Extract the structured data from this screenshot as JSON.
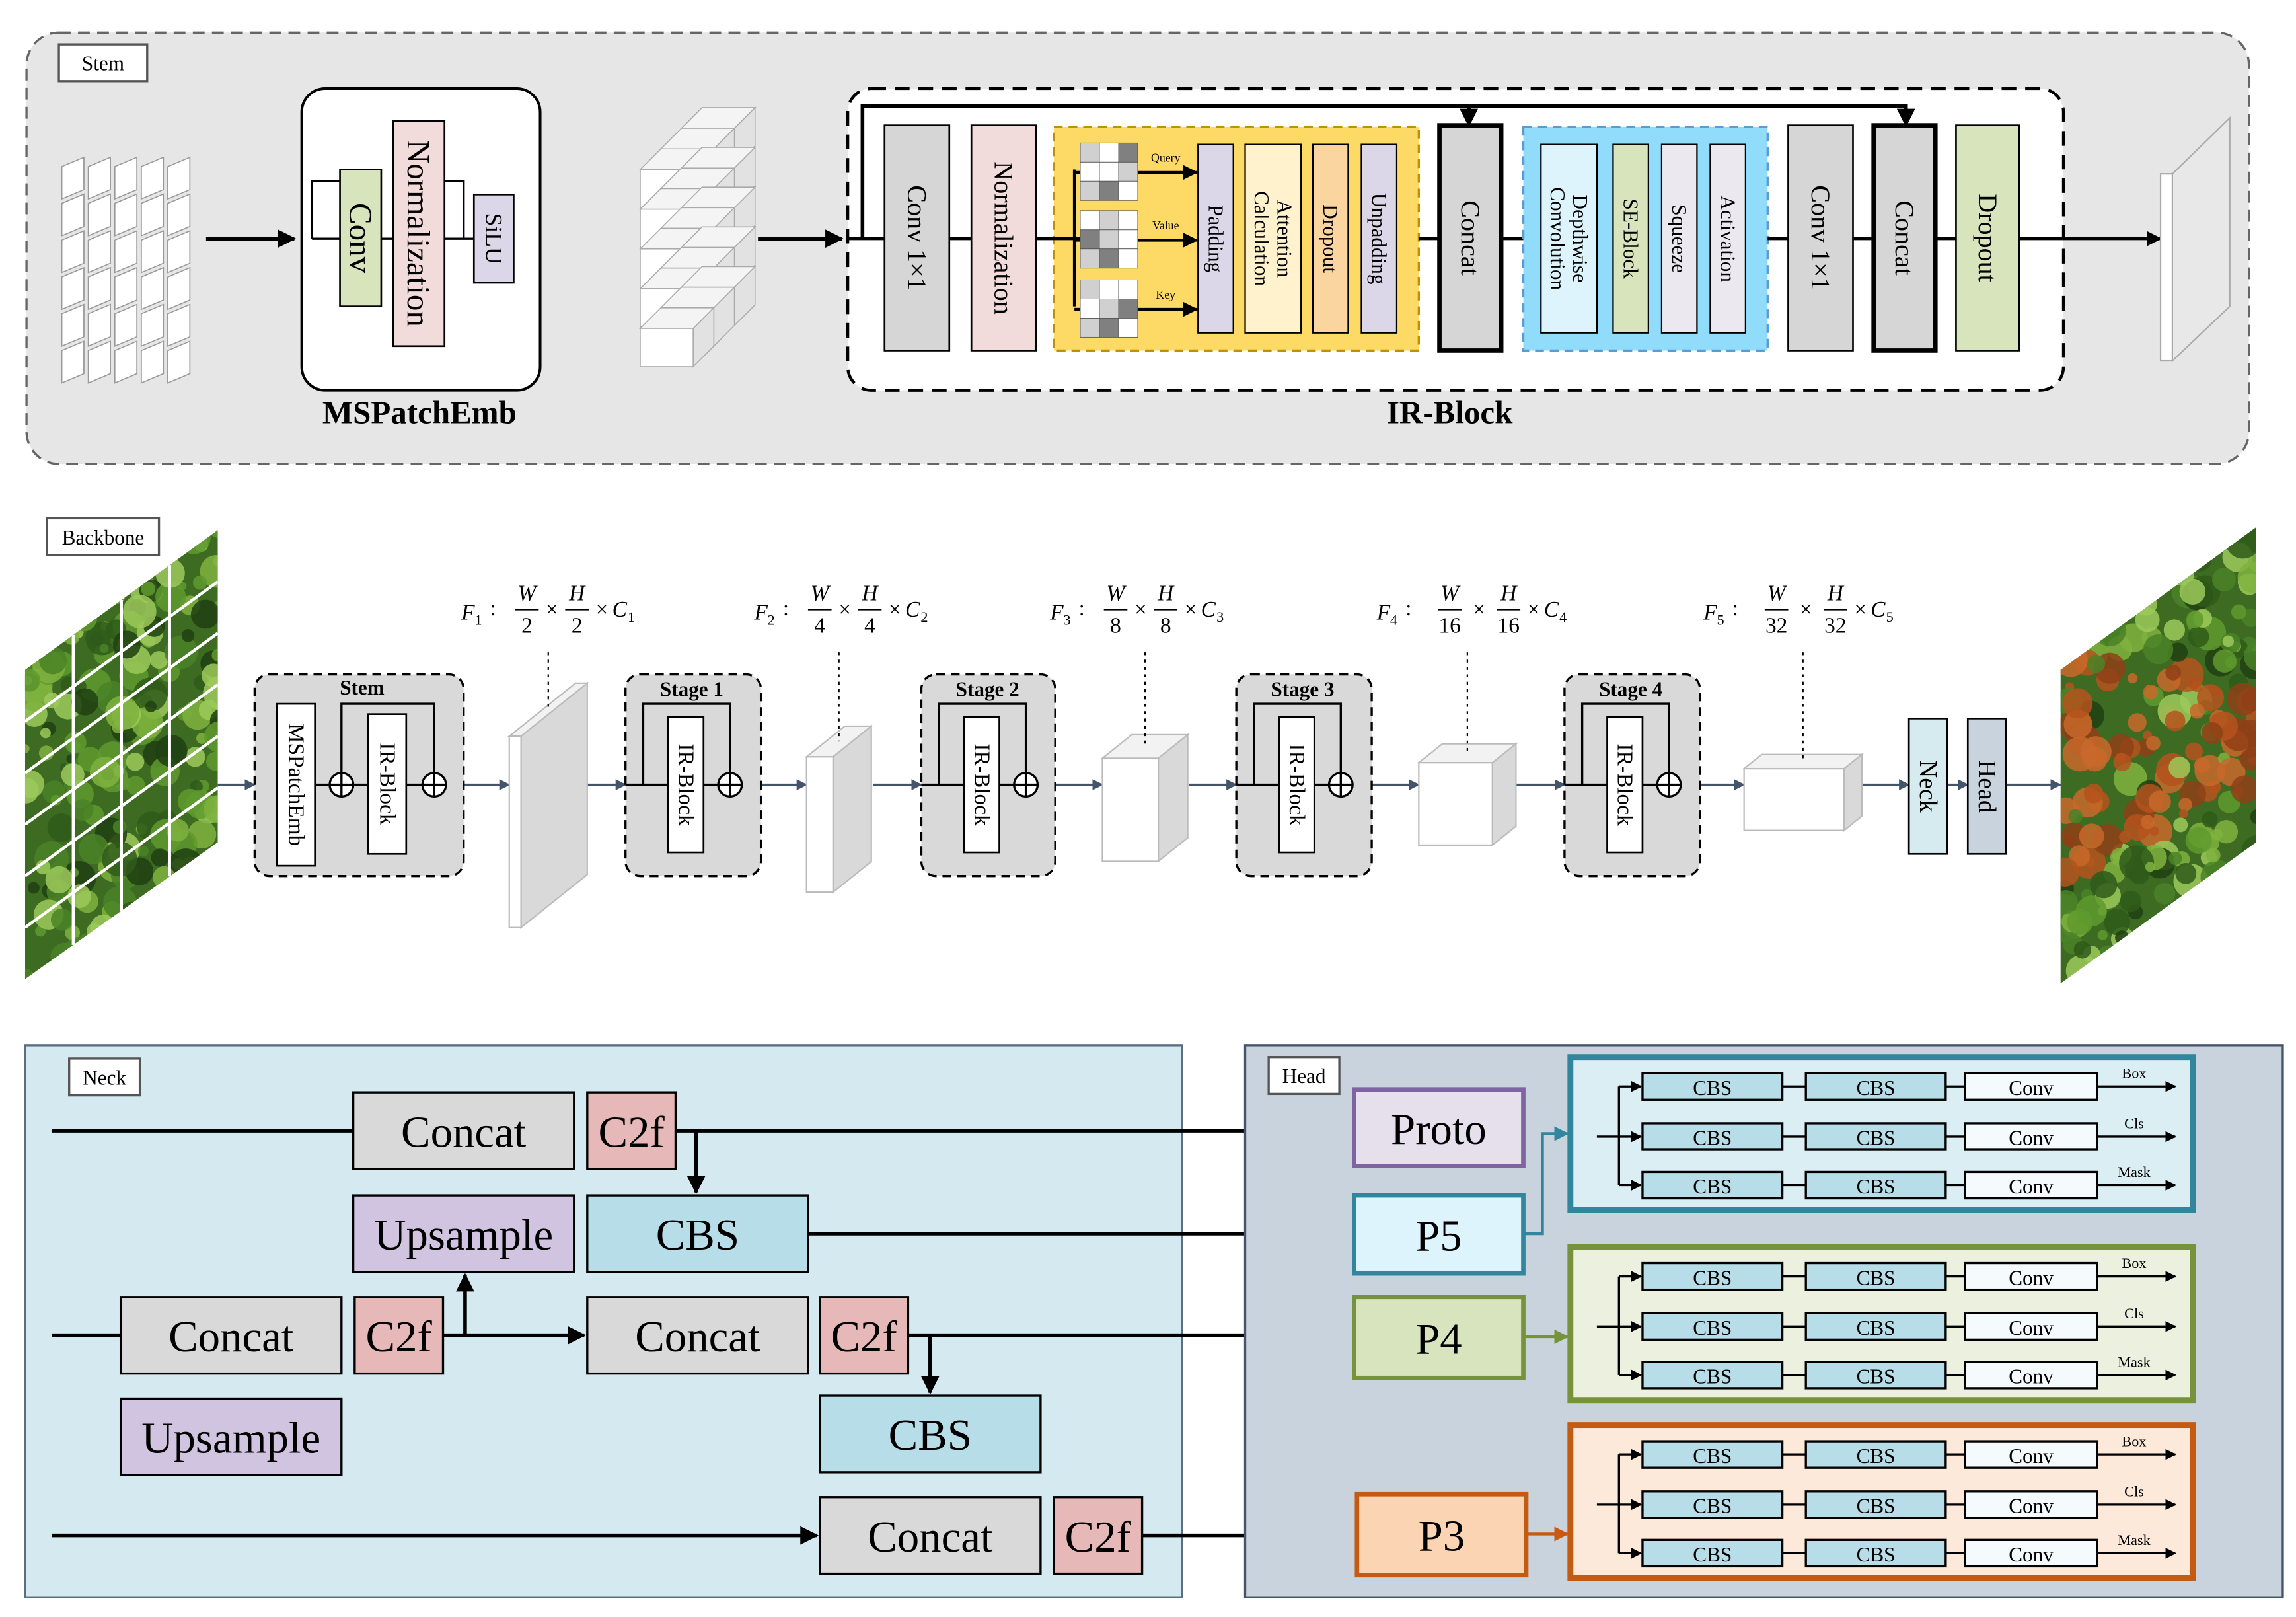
{
  "stem": {
    "label": "Stem",
    "mspatchemb": {
      "title": "MSPatchEmb",
      "conv": "Conv",
      "norm": "Normalization",
      "silu": "SiLU"
    },
    "irblock": {
      "title": "IR-Block",
      "conv1": "Conv 1×1",
      "norm": "Normalization",
      "query": "Query",
      "value": "Value",
      "key": "Key",
      "padding": "Padding",
      "attention": [
        "Attention",
        "Calculation"
      ],
      "dropout": "Dropout",
      "unpadding": "Unpadding",
      "concat": "Concat",
      "depthwise": [
        "Depthwise",
        "Convolution"
      ],
      "se": "SE-Block",
      "squeeze": "Squeeze",
      "activation": "Activation",
      "conv2": "Conv 1×1",
      "concat2": "Concat",
      "dropout2": "Dropout"
    }
  },
  "backbone": {
    "label": "Backbone",
    "stem": {
      "title": "Stem",
      "mspatchemb": "MSPatchEmb",
      "irblock": "IR-Block"
    },
    "stages": [
      {
        "title": "Stage 1",
        "block": "IR-Block"
      },
      {
        "title": "Stage 2",
        "block": "IR-Block"
      },
      {
        "title": "Stage 3",
        "block": "IR-Block"
      },
      {
        "title": "Stage 4",
        "block": "IR-Block"
      }
    ],
    "features": [
      {
        "name": "F",
        "index": "1",
        "w": "W",
        "h": "H",
        "den": "2",
        "c": "C",
        "times": "×",
        "colon": ":"
      },
      {
        "name": "F",
        "index": "2",
        "w": "W",
        "h": "H",
        "den": "4",
        "c": "C",
        "times": "×",
        "colon": ":"
      },
      {
        "name": "F",
        "index": "3",
        "w": "W",
        "h": "H",
        "den": "8",
        "c": "C",
        "times": "×",
        "colon": ":"
      },
      {
        "name": "F",
        "index": "4",
        "w": "W",
        "h": "H",
        "den": "16",
        "c": "C",
        "times": "×",
        "colon": ":"
      },
      {
        "name": "F",
        "index": "5",
        "w": "W",
        "h": "H",
        "den": "32",
        "c": "C",
        "times": "×",
        "colon": ":"
      }
    ],
    "neck": "Neck",
    "head": "Head"
  },
  "neck": {
    "label": "Neck",
    "blocks": [
      "Concat",
      "C2f",
      "Upsample",
      "CBS",
      "Concat",
      "C2f",
      "Concat",
      "C2f",
      "Upsample",
      "CBS",
      "Concat",
      "C2f"
    ]
  },
  "head": {
    "label": "Head",
    "outputs": [
      "Proto",
      "P5",
      "P4",
      "P3"
    ],
    "branches": [
      {
        "rows": [
          {
            "b1": "CBS",
            "b2": "CBS",
            "b3": "Conv",
            "out": "Box"
          },
          {
            "b1": "CBS",
            "b2": "CBS",
            "b3": "Conv",
            "out": "Cls"
          },
          {
            "b1": "CBS",
            "b2": "CBS",
            "b3": "Conv",
            "out": "Mask"
          }
        ]
      },
      {
        "rows": [
          {
            "b1": "CBS",
            "b2": "CBS",
            "b3": "Conv",
            "out": "Box"
          },
          {
            "b1": "CBS",
            "b2": "CBS",
            "b3": "Conv",
            "out": "Cls"
          },
          {
            "b1": "CBS",
            "b2": "CBS",
            "b3": "Conv",
            "out": "Mask"
          }
        ]
      },
      {
        "rows": [
          {
            "b1": "CBS",
            "b2": "CBS",
            "b3": "Conv",
            "out": "Box"
          },
          {
            "b1": "CBS",
            "b2": "CBS",
            "b3": "Conv",
            "out": "Cls"
          },
          {
            "b1": "CBS",
            "b2": "CBS",
            "b3": "Conv",
            "out": "Mask"
          }
        ]
      }
    ]
  },
  "colors": {
    "stem_panel": "#e6e6e6",
    "gray_block": "#d6d6d6",
    "norm": "#f2dcdb",
    "conv_green": "#d7e4bc",
    "silu": "#dcd7e8",
    "attention_group": "#fdd966",
    "attention": "#fff2cc",
    "dropout_orange": "#fbd5a0",
    "conv_group_blue": "#91dcfb",
    "depthwise": "#ddf4fd",
    "neck_panel": "#d4eaf0",
    "head_panel": "#c9d3dd",
    "c2f": "#e6b8b7",
    "upsample": "#d0c4e0",
    "cbs": "#b7dde8",
    "p5_border": "#31859c",
    "p4_border": "#76923c",
    "p3_border": "#c55a11",
    "proto_border": "#8064a2"
  }
}
